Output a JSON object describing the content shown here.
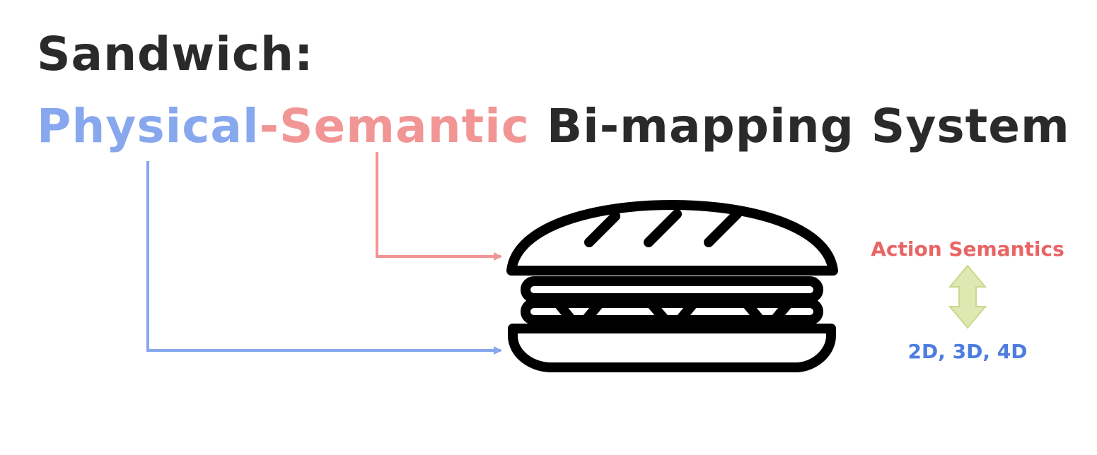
{
  "title": {
    "line1": "Sandwich:",
    "physical": "Physical",
    "hyphen": "-",
    "semantic": "Semantic",
    "rest": " Bi-mapping System"
  },
  "labels": {
    "top": "Action Semantics",
    "bottom": "2D, 3D, 4D"
  },
  "icons": {
    "main": "sandwich-icon",
    "between_labels": "double-arrow-icon"
  },
  "colors": {
    "title_dark": "#2a2a2a",
    "physical_blue": "#87a7ee",
    "semantic_pink": "#f29595",
    "action_label": "#e96464",
    "dims_label": "#4d7de0",
    "double_arrow": "#dde9b0",
    "icon_stroke": "#000000"
  }
}
